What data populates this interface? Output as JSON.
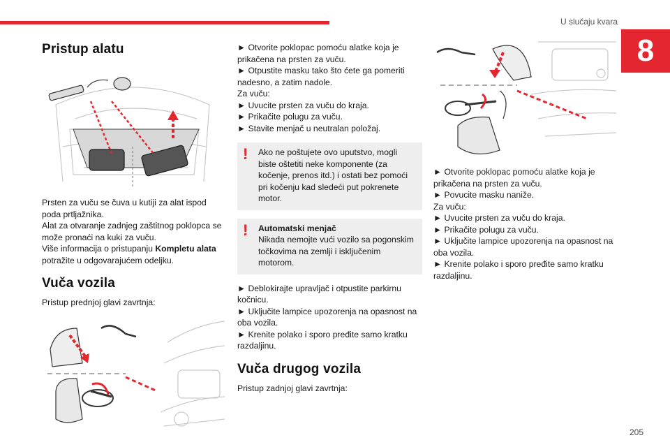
{
  "header": {
    "title": "U slučaju kvara",
    "chapter": "8"
  },
  "col1": {
    "heading": "Pristup alatu",
    "text1": "Prsten za vuču se čuva u kutiji za alat ispod poda prtljažnika.",
    "text2": "Alat za otvaranje zadnjeg zaštitnog poklopca se može pronaći na kuki za vuču.",
    "text3_pre": "Više informacija o pristupanju ",
    "text3_bold": "Kompletu alata",
    "text3_post": " potražite u odgovarajućem odeljku.",
    "heading2": "Vuča vozila",
    "text4": "Pristup prednjoj glavi zavrtnja:"
  },
  "col2": {
    "lines": [
      "► Otvorite poklopac pomoću alatke koja je prikačena na prsten za vuču.",
      "► Otpustite masku tako što ćete ga pomeriti nadesno, a zatim nadole.",
      "Za vuču:",
      "► Uvucite prsten za vuču do kraja.",
      "► Prikačite polugu za vuču.",
      "► Stavite menjač u neutralan položaj."
    ],
    "warn1": "Ako ne poštujete ovo uputstvo, mogli biste oštetiti neke komponente (za kočenje, prenos itd.) i ostati bez pomoći pri kočenju kad sledeći put pokrenete motor.",
    "warn2_title": "Automatski menjač",
    "warn2_text": "Nikada nemojte vući vozilo sa pogonskim točkovima na zemlji i isključenim motorom.",
    "lines2": [
      "► Deblokirajte upravljač i otpustite parkirnu kočnicu.",
      "► Uključite lampice upozorenja na opasnost na oba vozila.",
      "► Krenite polako i sporo pređite samo kratku razdaljinu."
    ],
    "heading": "Vuča drugog vozila",
    "text_after": "Pristup zadnjoj glavi zavrtnja:"
  },
  "col3": {
    "lines": [
      "► Otvorite poklopac pomoću alatke koja je prikačena na prsten za vuču.",
      "► Povucite masku naniže.",
      "Za vuču:",
      "► Uvucite prsten za vuču do kraja.",
      "► Prikačite polugu za vuču.",
      "► Uključite lampice upozorenja na opasnost na oba vozila.",
      "► Krenite polako i sporo pređite samo kratku razdaljinu."
    ]
  },
  "page_number": "205",
  "colors": {
    "accent": "#e3262f",
    "warning_bg": "#eeeeee"
  }
}
